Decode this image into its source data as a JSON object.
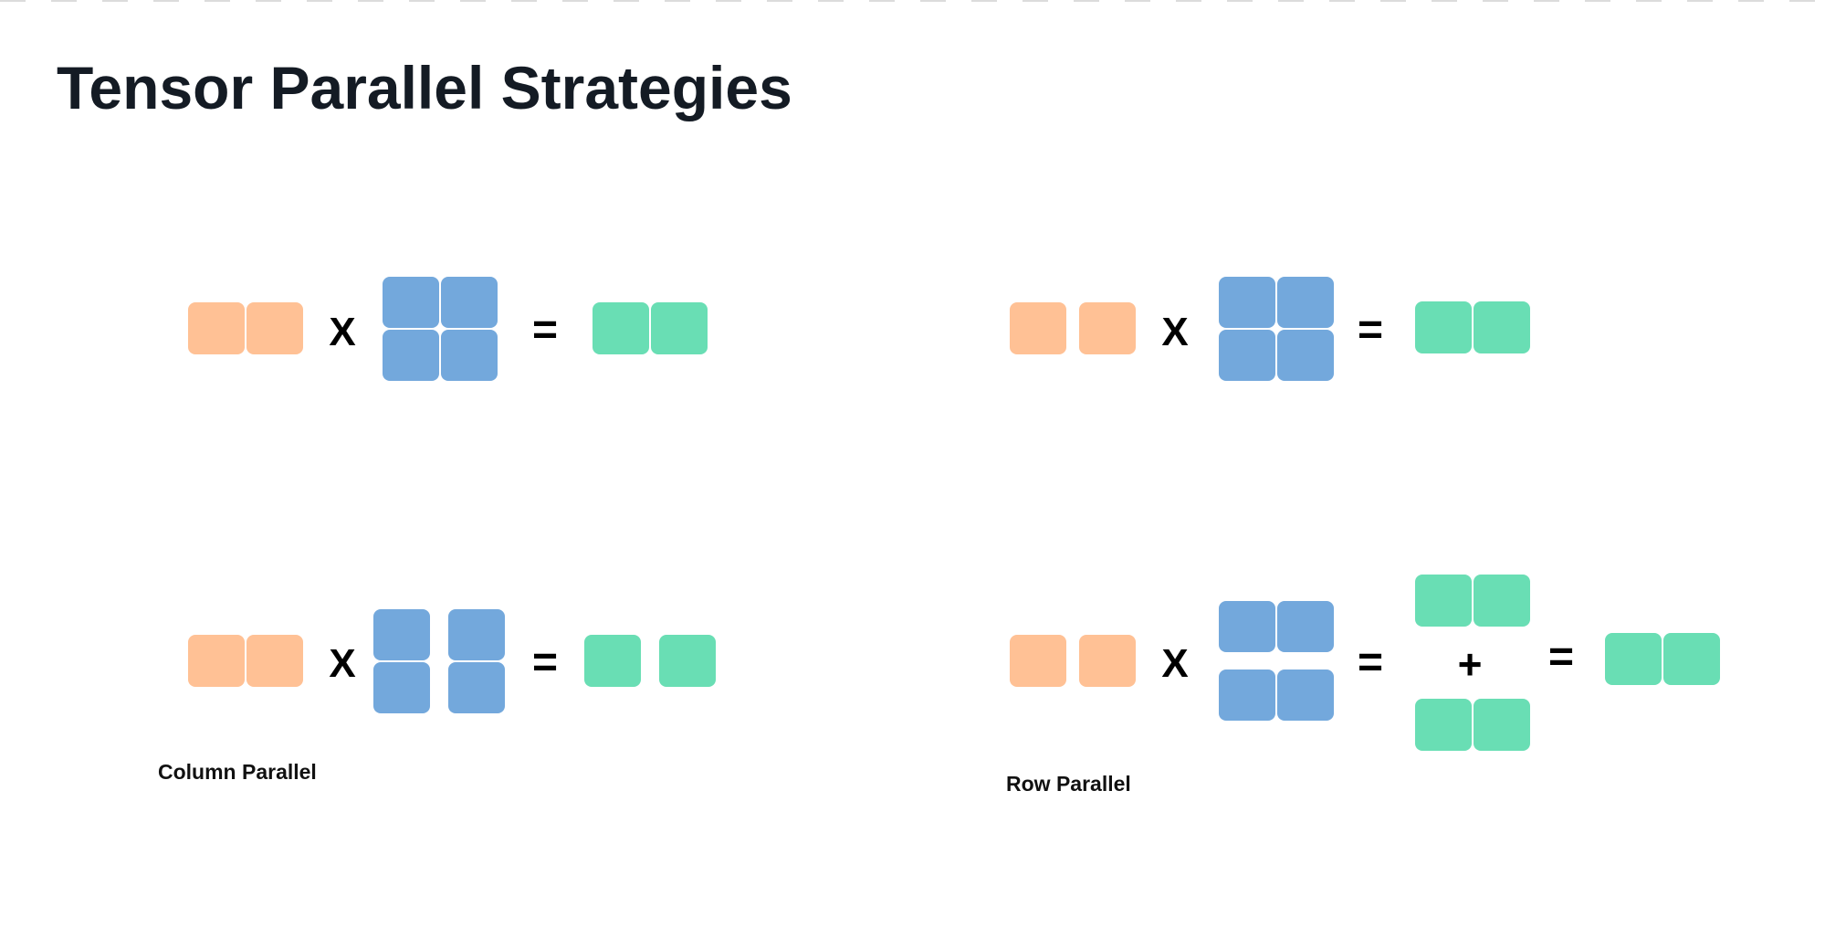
{
  "title": "Tensor Parallel Strategies",
  "colors": {
    "input": "#ffc195",
    "weight": "#73a8dc",
    "output": "#69deb4",
    "operator": "#000000",
    "title": "#141b24"
  },
  "operators": {
    "multiply": "X",
    "equals": "=",
    "plus": "+"
  },
  "captions": {
    "column_parallel": "Column Parallel",
    "row_parallel": "Row Parallel"
  },
  "panels": [
    {
      "strategy": "column",
      "stage": "full",
      "input_blocks": 2,
      "weight_grid": "2x2",
      "output_blocks": 2
    },
    {
      "strategy": "row",
      "stage": "full",
      "input_blocks": 2,
      "weight_grid": "2x2",
      "output_blocks": 2
    },
    {
      "strategy": "column",
      "stage": "split",
      "input_blocks": 2,
      "weight_split": "columns",
      "output_blocks": 2
    },
    {
      "strategy": "row",
      "stage": "split",
      "input_blocks": 2,
      "weight_split": "rows",
      "partial_outputs": 2,
      "output_blocks": 2
    }
  ]
}
